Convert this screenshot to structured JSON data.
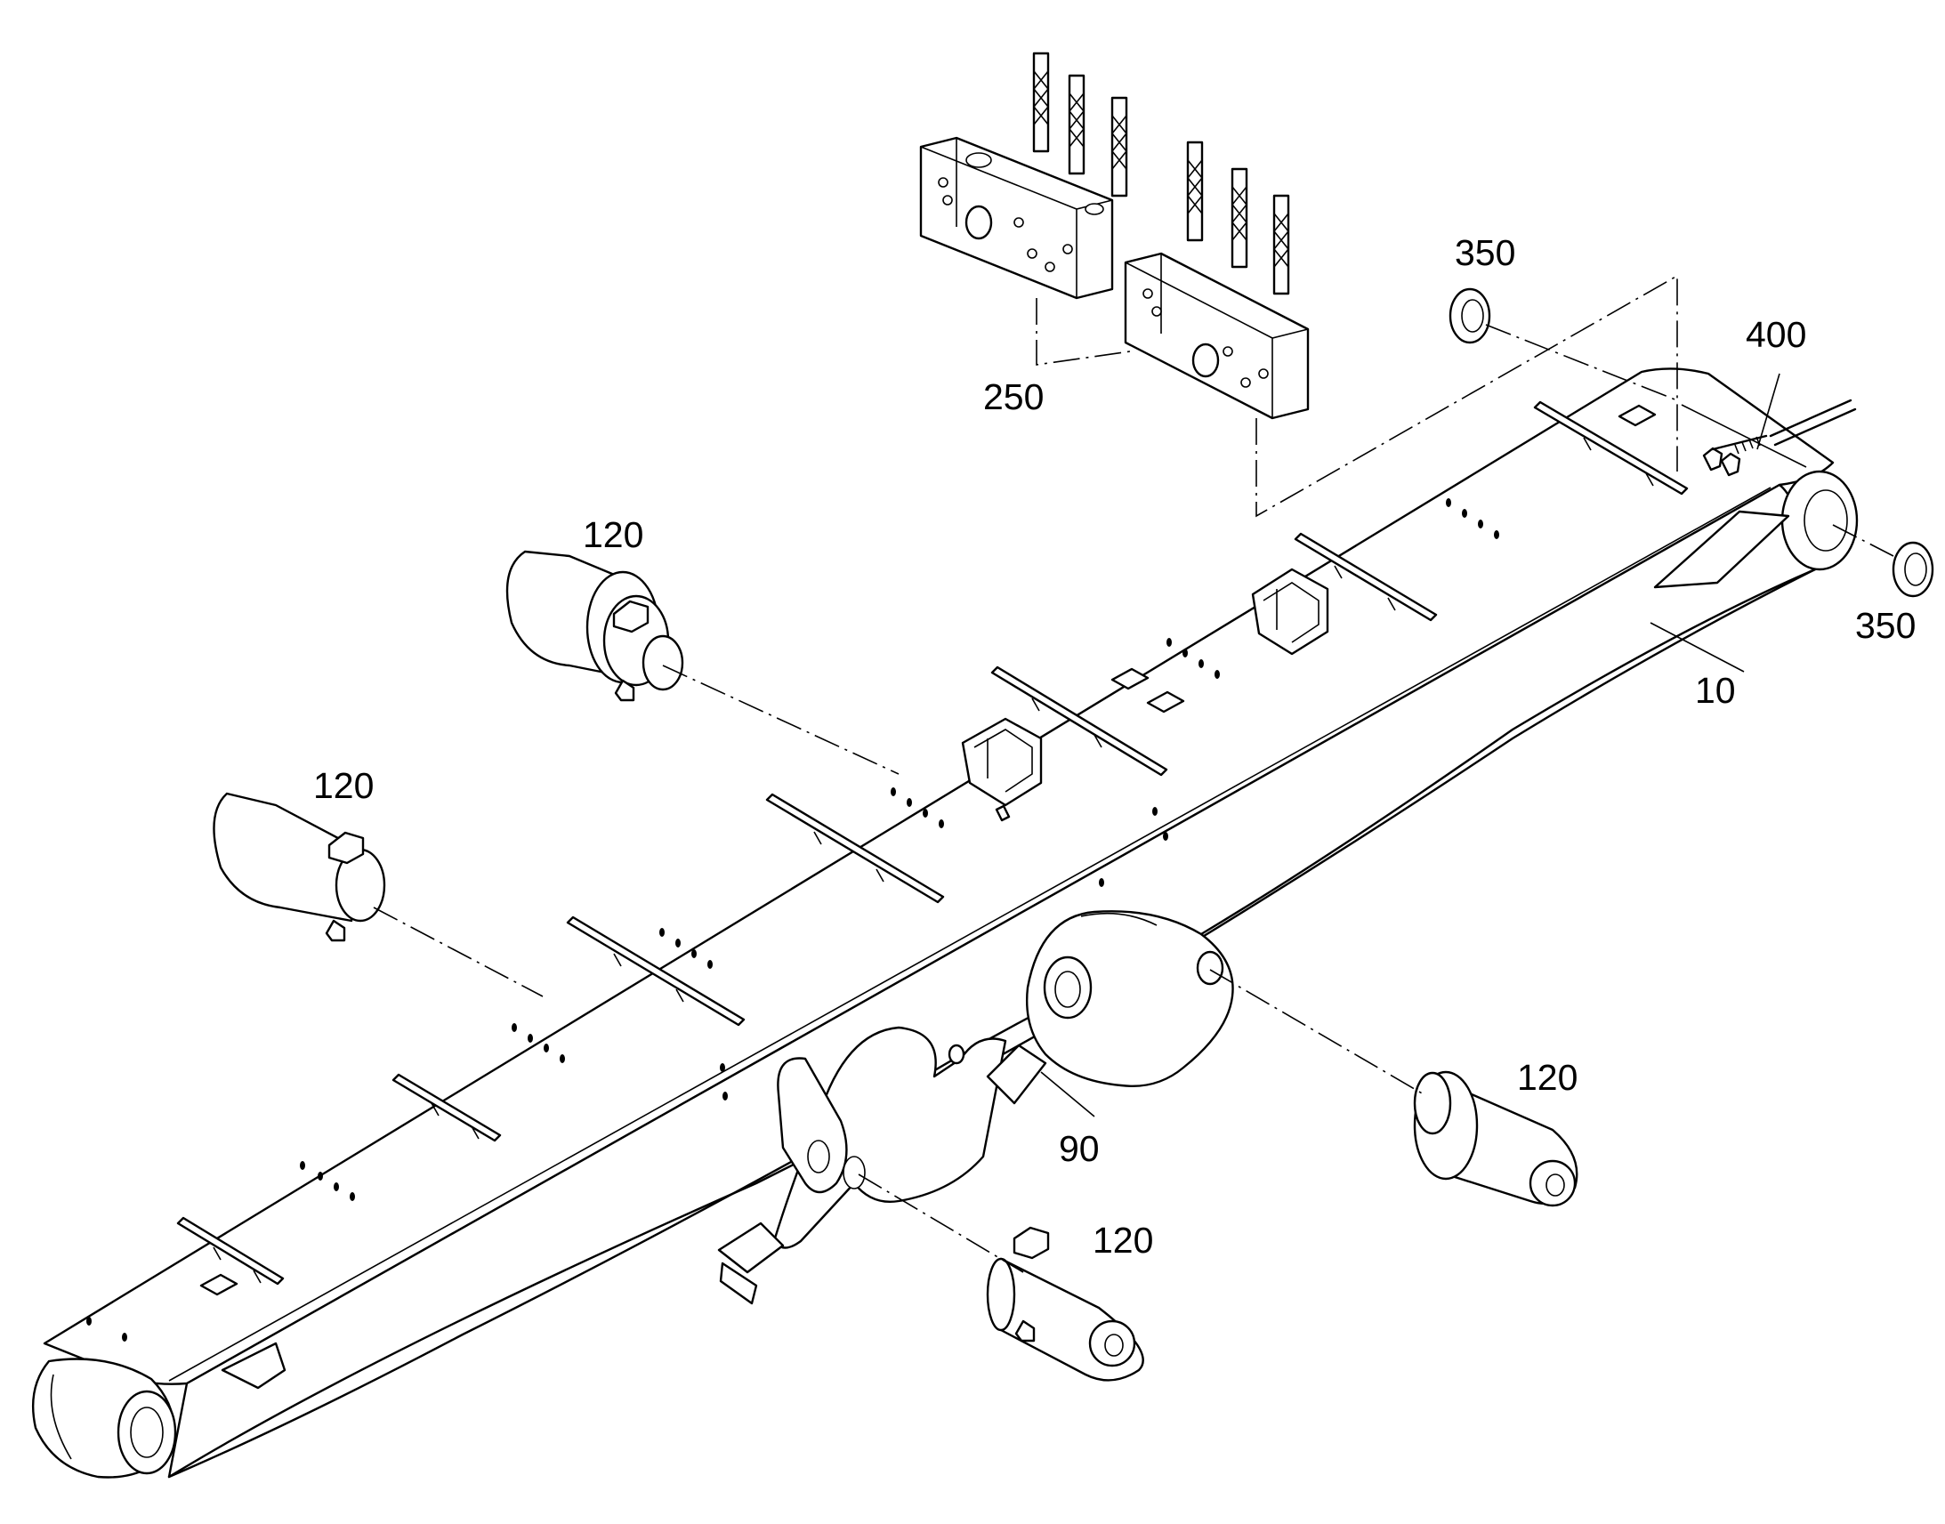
{
  "diagram": {
    "labels": {
      "main_boom": "10",
      "bracket": "90",
      "pin_upper_left": "120",
      "pin_left": "120",
      "pin_right": "120",
      "pin_bottom": "120",
      "hose_blocks": "250",
      "shim_top": "350",
      "shim_right": "350",
      "hose_clamp": "400"
    }
  }
}
